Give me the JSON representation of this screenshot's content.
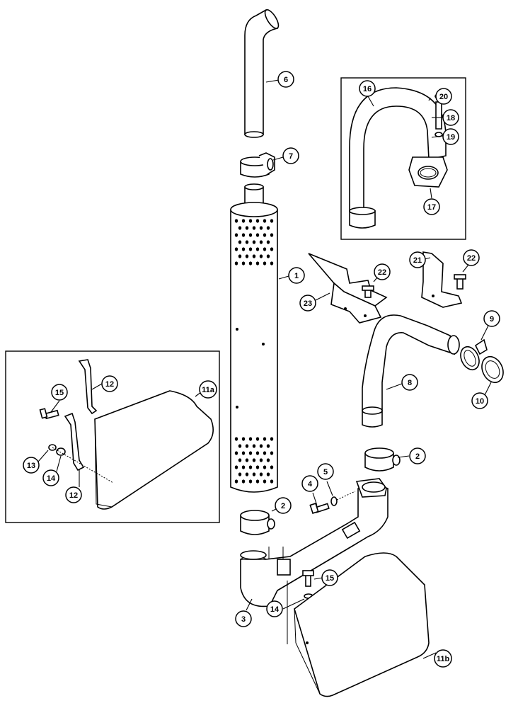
{
  "diagram": {
    "callouts": [
      {
        "id": "c6",
        "label": "6"
      },
      {
        "id": "c7",
        "label": "7"
      },
      {
        "id": "c1",
        "label": "1"
      },
      {
        "id": "c16",
        "label": "16"
      },
      {
        "id": "c20",
        "label": "20"
      },
      {
        "id": "c18",
        "label": "18"
      },
      {
        "id": "c19",
        "label": "19"
      },
      {
        "id": "c17",
        "label": "17"
      },
      {
        "id": "c21",
        "label": "21"
      },
      {
        "id": "c22a",
        "label": "22"
      },
      {
        "id": "c22b",
        "label": "22"
      },
      {
        "id": "c23",
        "label": "23"
      },
      {
        "id": "c9",
        "label": "9"
      },
      {
        "id": "c8",
        "label": "8"
      },
      {
        "id": "c10",
        "label": "10"
      },
      {
        "id": "c12a",
        "label": "12"
      },
      {
        "id": "c11a",
        "label": "11a"
      },
      {
        "id": "c15a",
        "label": "15"
      },
      {
        "id": "c13",
        "label": "13"
      },
      {
        "id": "c14a",
        "label": "14"
      },
      {
        "id": "c12b",
        "label": "12"
      },
      {
        "id": "c2a",
        "label": "2"
      },
      {
        "id": "c2b",
        "label": "2"
      },
      {
        "id": "c4",
        "label": "4"
      },
      {
        "id": "c5",
        "label": "5"
      },
      {
        "id": "c15b",
        "label": "15"
      },
      {
        "id": "c14b",
        "label": "14"
      },
      {
        "id": "c3",
        "label": "3"
      },
      {
        "id": "c11b",
        "label": "11b"
      }
    ]
  }
}
